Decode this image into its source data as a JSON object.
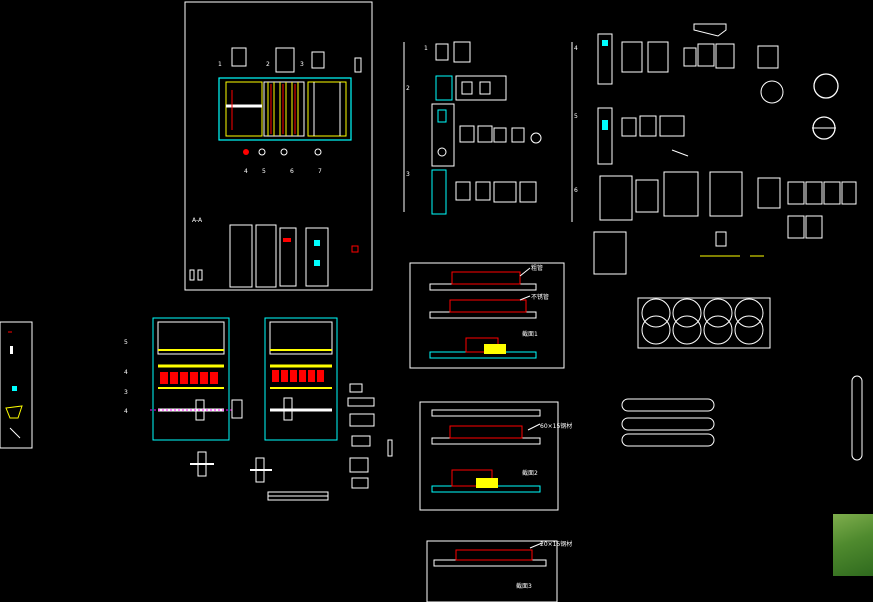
{
  "labels": {
    "pipe_a": "粗管",
    "pipe_b": "不锈管",
    "pipe_c": "60×15钢材",
    "pipe_d": "20×15钢材",
    "section_1": "截面1",
    "section_2": "截面2",
    "section_3": "截面3"
  },
  "colors": {
    "background": "#000000",
    "white_lines": "#ffffff",
    "cyan": "#00ffff",
    "yellow": "#ffff00",
    "red": "#ff0000",
    "green": "#00ff00",
    "magenta": "#ff00ff"
  }
}
